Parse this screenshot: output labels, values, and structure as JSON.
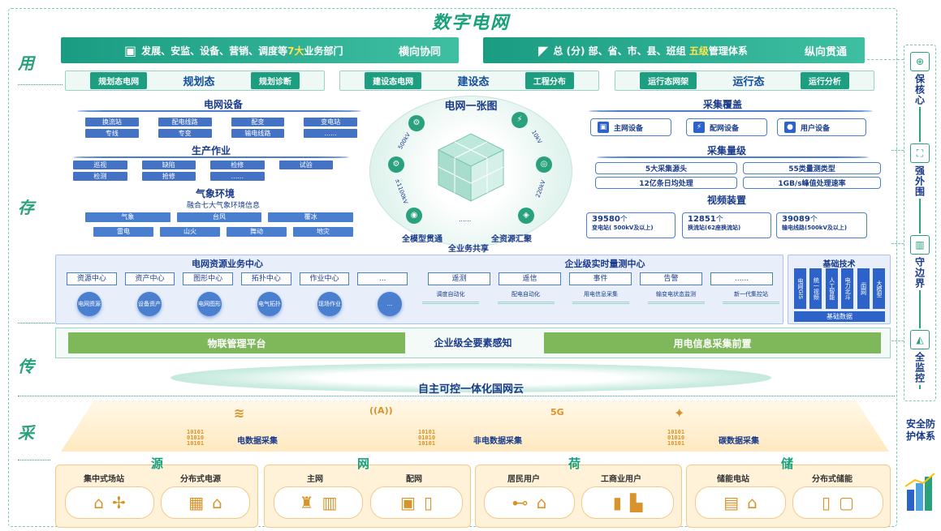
{
  "title": "数字电网",
  "layers": {
    "yong": "用",
    "cun": "存",
    "chuan": "传",
    "cai": "采"
  },
  "banner": {
    "left_text_a": "发展、安监、设备、营销、调度等",
    "left_hi": "7大",
    "left_text_b": "业务部门",
    "left_right": "横向协同",
    "right_text_a": "总 (分) 部、省、市、县、班组 ",
    "right_hi": "五级",
    "right_text_b": "管理体系",
    "right_right": "纵向贯通"
  },
  "stages": [
    {
      "pill1": "规划态电网",
      "mid": "规划态",
      "pill2": "规划诊断"
    },
    {
      "pill1": "建设态电网",
      "mid": "建设态",
      "pill2": "工程分布"
    },
    {
      "pill1": "运行态网架",
      "mid": "运行态",
      "pill2": "运行分析"
    }
  ],
  "grid_equipment": {
    "title": "电网设备",
    "row1": [
      "换流站",
      "配电线路",
      "配变",
      "变电站"
    ],
    "row2": [
      "专线",
      "专变",
      "输电线路",
      "......"
    ]
  },
  "production": {
    "title": "生产作业",
    "row1": [
      "巡视",
      "缺陷",
      "检修",
      "试验"
    ],
    "row2": [
      "检测",
      "抢修",
      "......"
    ]
  },
  "weather": {
    "title": "气象环境",
    "subtitle": "融合七大气象环境信息",
    "row1": [
      "气象",
      "台风",
      "覆冰"
    ],
    "row2": [
      "雷电",
      "山火",
      "舞动",
      "地灾"
    ]
  },
  "center": {
    "title": "电网一张图",
    "labels": [
      "500kV",
      "10kV",
      "±1100kV",
      "...",
      "220kV"
    ],
    "dots": "......",
    "left_caption": "全模型贯通",
    "right_caption": "全资源汇聚",
    "bottom": "全业务共享"
  },
  "collection_coverage": {
    "title": "采集覆盖",
    "items": [
      "主网设备",
      "配网设备",
      "用户设备"
    ]
  },
  "collection_scale": {
    "title": "采集量级",
    "items": [
      "5大采集源头",
      "55类量测类型",
      "12亿条日均处理",
      "1GB/s峰值处理速率"
    ]
  },
  "video": {
    "title": "视频装置",
    "items": [
      {
        "num": "39580",
        "unit": "个",
        "desc": "变电站( 500kV及以上)"
      },
      {
        "num": "12851",
        "unit": "个",
        "desc": "换流站(62座换流站)"
      },
      {
        "num": "39089",
        "unit": "个",
        "desc": "输电线路(500kV及以上)"
      }
    ]
  },
  "resource_center": {
    "title": "电网资源业务中心",
    "cells": [
      "资源中心",
      "资产中心",
      "图形中心",
      "拓扑中心",
      "作业中心",
      "..."
    ],
    "bubbles": [
      "电网资源",
      "设备资产",
      "电网图形",
      "电气拓扑",
      "现场作业",
      "..."
    ]
  },
  "realtime_center": {
    "title": "企业级实时量测中心",
    "cells": [
      "遥测",
      "遥信",
      "事件",
      "告警",
      "......"
    ],
    "bubbles": [
      "调度自动化",
      "配电自动化",
      "用电信息采集",
      "输变电状态监测",
      "新一代集控站"
    ]
  },
  "base_tech": {
    "title": "基础技术",
    "items": [
      "电网GIS",
      "统一视频",
      "人工智能",
      "电力北斗",
      "i国网",
      "大模型"
    ],
    "footer": "基础数据"
  },
  "perception": {
    "left": "物联管理平台",
    "mid": "企业级全要素感知",
    "right": "用电信息采集前置"
  },
  "cloud": "自主可控一体化国网云",
  "gathering": {
    "items": [
      "电数据采集",
      "非电数据采集",
      "碳数据采集"
    ],
    "icons": [
      "((A))",
      "5G"
    ]
  },
  "bottom": [
    {
      "title": "源",
      "subs": [
        "集中式场站",
        "分布式电源"
      ]
    },
    {
      "title": "网",
      "subs": [
        "主网",
        "配网"
      ]
    },
    {
      "title": "荷",
      "subs": [
        "居民用户",
        "工商业用户"
      ]
    },
    {
      "title": "储",
      "subs": [
        "储能电站",
        "分布式储能"
      ]
    }
  ],
  "right": {
    "items": [
      {
        "text": "保核心",
        "icon": "target-icon"
      },
      {
        "text": "强外围",
        "icon": "frame-icon"
      },
      {
        "text": "守边界",
        "icon": "shield-icon"
      },
      {
        "text": "全监控",
        "icon": "camera-icon"
      }
    ],
    "footer": "安全防护体系"
  }
}
